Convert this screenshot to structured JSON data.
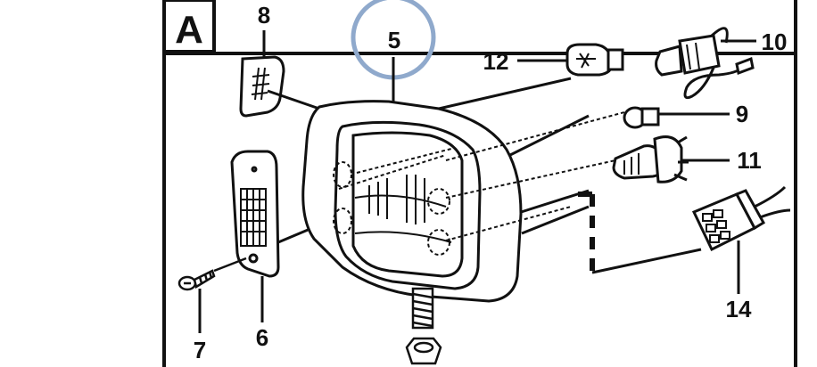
{
  "panel": {
    "letter": "A"
  },
  "colors": {
    "ink": "#111111",
    "highlight_circle": "#8fa9cc",
    "background": "#ffffff"
  },
  "highlight": {
    "target_label": "5"
  },
  "callouts": [
    {
      "id": "5",
      "label": "5",
      "part": "headlamp-housing"
    },
    {
      "id": "6",
      "label": "6",
      "part": "side-lamp-lens"
    },
    {
      "id": "7",
      "label": "7",
      "part": "screw"
    },
    {
      "id": "8",
      "label": "8",
      "part": "small-lens"
    },
    {
      "id": "9",
      "label": "9",
      "part": "small-bulb"
    },
    {
      "id": "10",
      "label": "10",
      "part": "bulb-holder-with-wire"
    },
    {
      "id": "11",
      "label": "11",
      "part": "halogen-bulb"
    },
    {
      "id": "12",
      "label": "12",
      "part": "bulb"
    },
    {
      "id": "14",
      "label": "14",
      "part": "connector"
    }
  ]
}
